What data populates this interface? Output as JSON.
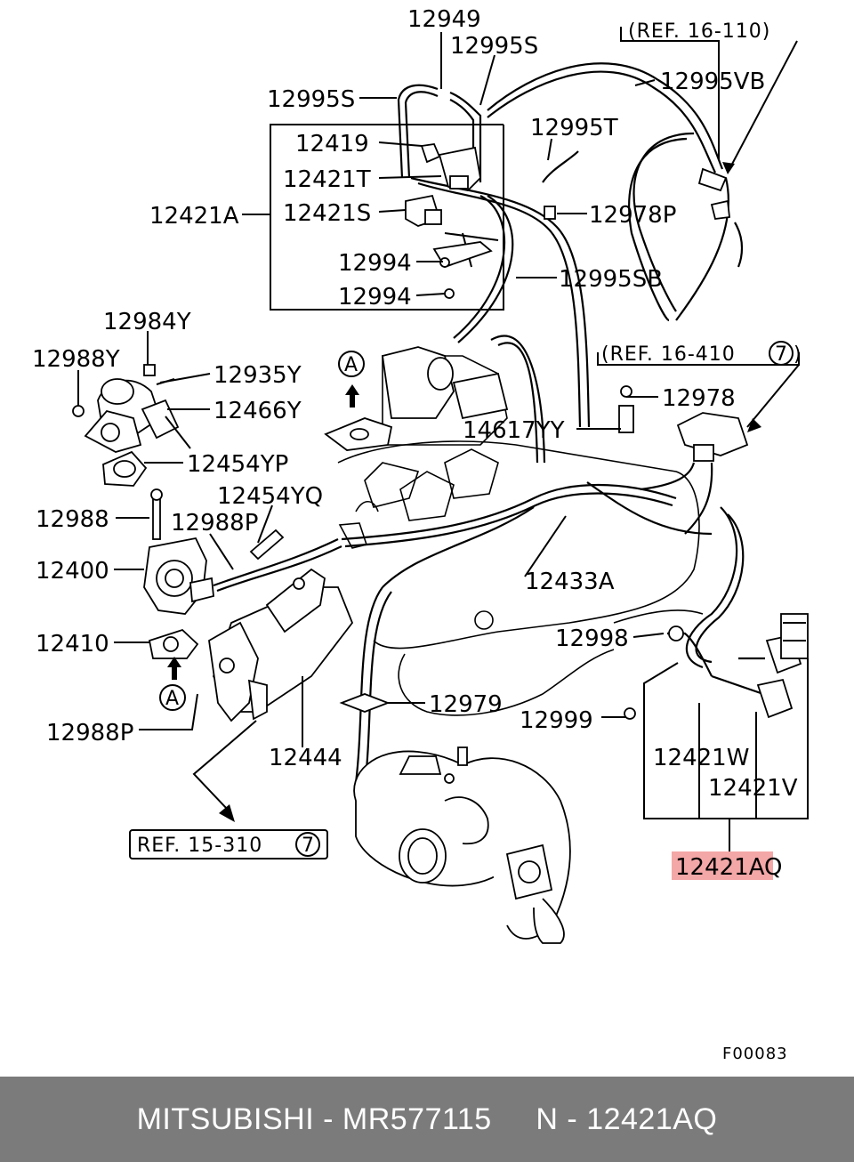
{
  "diagram": {
    "labels": {
      "l12949": "12949",
      "l12995s_top": "12995S",
      "l12995s_left": "12995S",
      "l12995vb": "12995VB",
      "ref_16_110": "(REF. 16-110)",
      "l12995t": "12995T",
      "l12419": "12419",
      "l12421t": "12421T",
      "l12421a": "12421A",
      "l12421s": "12421S",
      "l12978p": "12978P",
      "l12994_a": "12994",
      "l12994_b": "12994",
      "l12995sb": "12995SB",
      "l12984y": "12984Y",
      "l12988y": "12988Y",
      "l12935y": "12935Y",
      "l12466y": "12466Y",
      "l12454yp": "12454YP",
      "ref_16_410": "(REF. 16-410",
      "ref_16_410_circle": "7",
      "l12978": "12978",
      "l14617yy": "14617YY",
      "l12454yq": "12454YQ",
      "l12988": "12988",
      "l12988p_top": "12988P",
      "l12400": "12400",
      "l12433a": "12433A",
      "l12410": "12410",
      "l12998": "12998",
      "l12979": "12979",
      "l12999": "12999",
      "l12988p_bottom": "12988P",
      "l12444": "12444",
      "l12421w": "12421W",
      "l12421v": "12421V",
      "ref_15_310": "REF. 15-310",
      "ref_15_310_circle": "7",
      "l12421aq": "12421AQ",
      "marker_a_top": "A",
      "marker_a_bottom": "A",
      "figure_code": "F00083"
    },
    "highlight_color": "#f4a7a7"
  },
  "footer": {
    "text": "MITSUBISHI - MR577115     N - 12421AQ",
    "background": "#7b7b7b"
  }
}
